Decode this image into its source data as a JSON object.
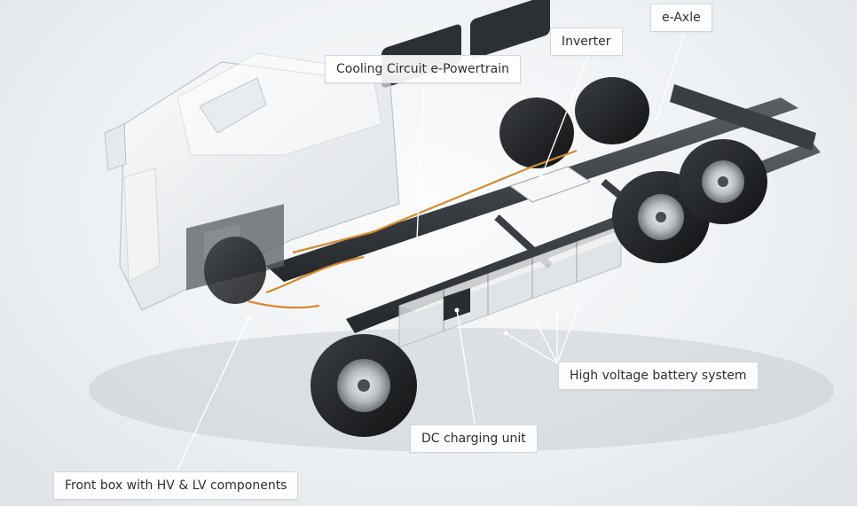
{
  "callouts": {
    "e_axle": "e-Axle",
    "inverter": "Inverter",
    "cooling_circuit": "Cooling Circuit e-Powertrain",
    "hv_battery": "High voltage battery system",
    "dc_charging": "DC charging unit",
    "front_box": "Front box with HV & LV components"
  }
}
